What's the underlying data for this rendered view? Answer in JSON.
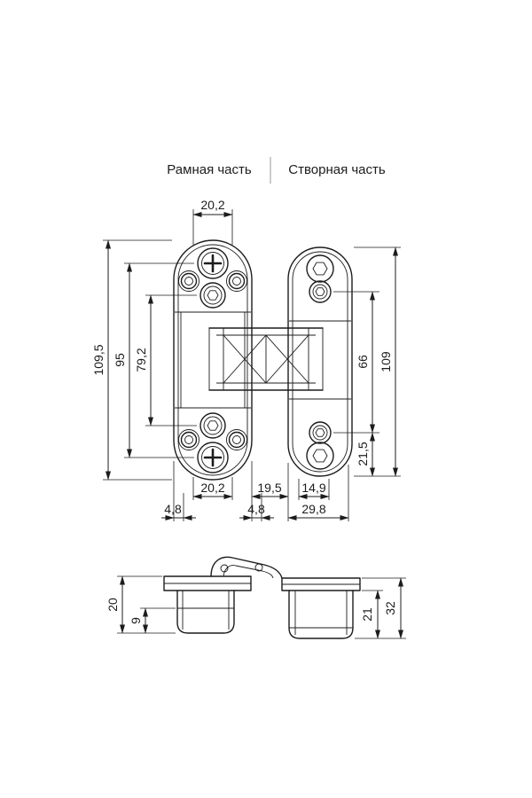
{
  "header": {
    "frame_label": "Рамная часть",
    "leaf_label": "Створная часть"
  },
  "dims": {
    "top_width": "20,2",
    "frame_total_height": "109,5",
    "frame_screw_span": "95",
    "frame_adjuster_span": "79,2",
    "leaf_screw_span": "66",
    "leaf_total_height": "109",
    "leaf_bottom_offset": "21,5",
    "bottom_frame_width": "20,2",
    "gap_width": "19,5",
    "leaf_body_width": "14,9",
    "frame_edge_offset": "4,8",
    "link_offset": "4,8",
    "leaf_width": "29,8",
    "side_frame_height": "20",
    "side_frame_depth": "9",
    "side_leaf_depth": "21",
    "side_leaf_height": "32"
  },
  "colors": {
    "line": "#1c1c1c",
    "divider": "#9a9a9a",
    "background": "#ffffff"
  }
}
